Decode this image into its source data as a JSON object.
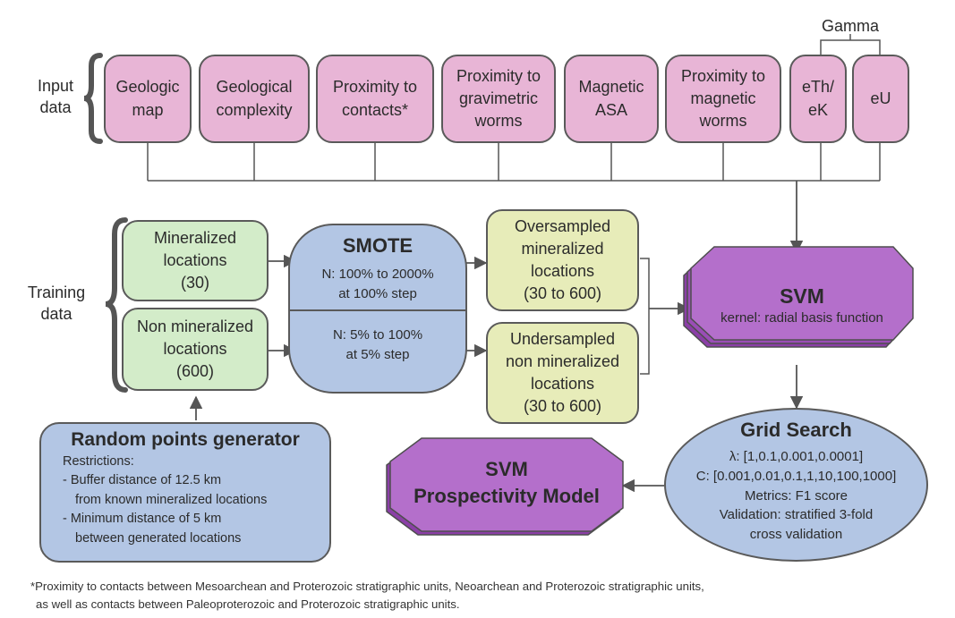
{
  "labels": {
    "gamma": "Gamma",
    "input_data": [
      "Input",
      "data"
    ],
    "training_data": [
      "Training",
      "data"
    ]
  },
  "inputs": [
    {
      "lines": [
        "Geologic",
        "map"
      ]
    },
    {
      "lines": [
        "Geological",
        "complexity"
      ]
    },
    {
      "lines": [
        "Proximity to",
        "contacts*"
      ]
    },
    {
      "lines": [
        "Proximity to",
        "gravimetric",
        "worms"
      ]
    },
    {
      "lines": [
        "Magnetic",
        "ASA"
      ]
    },
    {
      "lines": [
        "Proximity to",
        "magnetic",
        "worms"
      ]
    },
    {
      "lines": [
        "eTh/",
        "eK"
      ]
    },
    {
      "lines": [
        "eU"
      ]
    }
  ],
  "training": {
    "mineralized": [
      "Mineralized",
      "locations",
      "(30)"
    ],
    "non_mineralized": [
      "Non mineralized",
      "locations",
      "(600)"
    ]
  },
  "smote": {
    "title": "SMOTE",
    "top": [
      "N: 100% to 2000%",
      "at 100% step"
    ],
    "bottom": [
      "N: 5% to 100%",
      "at 5% step"
    ]
  },
  "oversampled": [
    "Oversampled",
    "mineralized",
    "locations",
    "(30 to 600)"
  ],
  "undersampled": [
    "Undersampled",
    "non mineralized",
    "locations",
    "(30 to 600)"
  ],
  "svm": {
    "title": "SVM",
    "subtitle": "kernel: radial basis function"
  },
  "grid_search": {
    "title": "Grid Search",
    "lines": [
      "λ: [1,0.1,0.001,0.0001]",
      "C: [0.001,0.01,0.1,1,10,100,1000]",
      "Metrics: F1 score",
      "Validation: stratified 3-fold",
      "cross validation"
    ]
  },
  "model": {
    "lines": [
      "SVM",
      "Prospectivity Model"
    ]
  },
  "random_points": {
    "title": "Random points generator",
    "lines": [
      "Restrictions:",
      "- Buffer distance of 12.5 km",
      "from known mineralized locations",
      "- Minimum distance of 5 km",
      "between generated locations"
    ]
  },
  "footnote": [
    "*Proximity to contacts between Mesoarchean and Proterozoic stratigraphic units, Neoarchean and Proterozoic stratigraphic units,",
    "as well as contacts between Paleoproterozoic and Proterozoic stratigraphic units."
  ],
  "colors": {
    "input": "#e8b5d6",
    "training": "#d3ecc9",
    "sampled": "#e7ecb9",
    "process": "#b3c6e4",
    "svm": "#b46fcb",
    "outline": "#5a5a5a"
  }
}
